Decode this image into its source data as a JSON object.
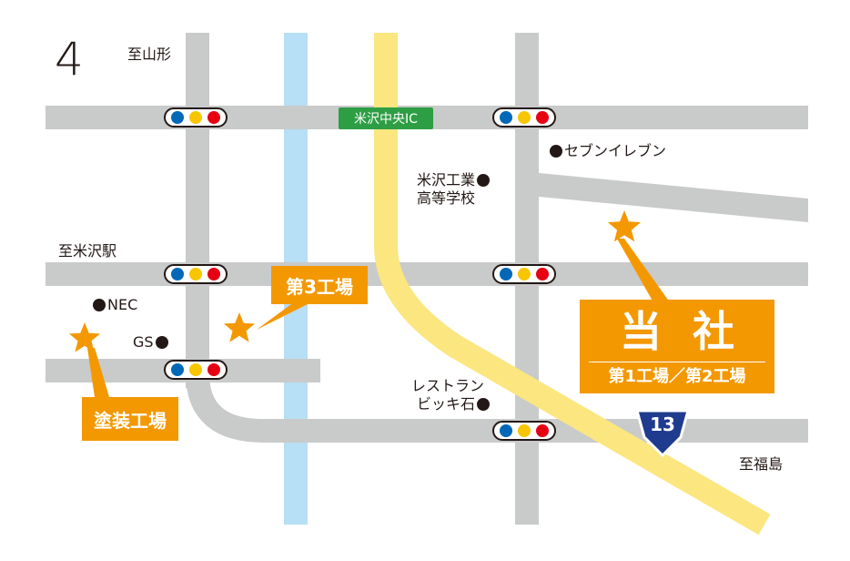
{
  "compass_mark": "4",
  "colors": {
    "road": "#c9caca",
    "river": "#b7dff5",
    "highway": "#fbe680",
    "accent": "#f39800",
    "ic_sign": "#2e9e45",
    "route_sign": "#1f3b8e",
    "signal_blue": "#0068b7",
    "signal_yellow": "#f7c600",
    "signal_red": "#e60012"
  },
  "icons": [
    "traffic-signal-icon",
    "star-marker-icon",
    "route-shield-icon",
    "dot-icon",
    "north-arrow-icon"
  ],
  "labels": {
    "to_yamagata": "至山形",
    "to_yonezawa_station": "至米沢駅",
    "to_fukushima": "至福島",
    "seven_eleven": "セブンイレブン",
    "school_line1": "米沢工業",
    "school_line2": "高等学校",
    "nec": "NEC",
    "gs": "GS",
    "restaurant_line1": "レストラン",
    "restaurant_line2": "ビッキ石"
  },
  "interchange": "米沢中央IC",
  "route_number": "13",
  "factories": {
    "third": "第3工場",
    "painting": "塗装工場"
  },
  "headquarters": {
    "name": "当社",
    "sub": "第1工場／第2工場"
  }
}
